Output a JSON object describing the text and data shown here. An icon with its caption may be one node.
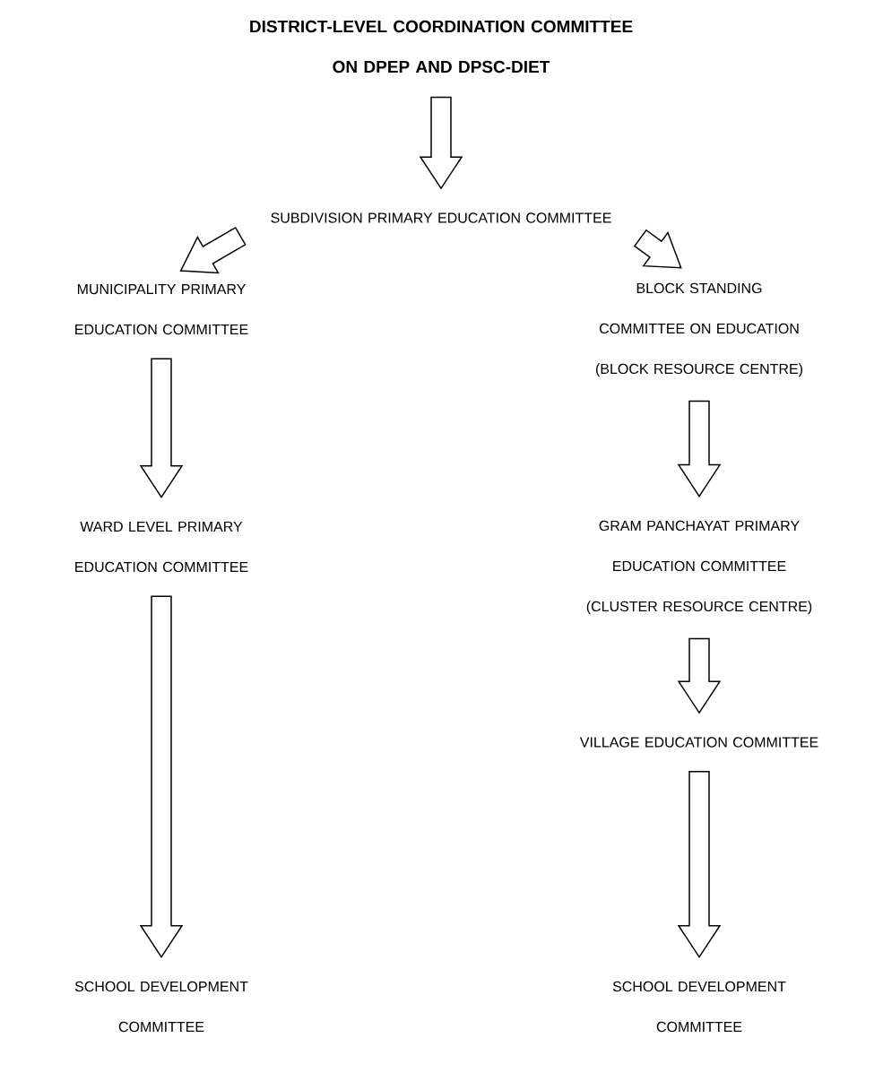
{
  "diagram": {
    "nodes": [
      {
        "text": [
          "DISTRICT-LEVEL COORDINATION COMMITTEE",
          "ON DPEP AND DPSC-DIET"
        ]
      },
      {
        "text": [
          "SUBDIVISION PRIMARY EDUCATION COMMITTEE"
        ]
      },
      {
        "text": [
          "MUNICIPALITY PRIMARY EDUCATION COMMITTEE"
        ]
      },
      {
        "text": [
          "BLOCK STANDING COMMITTEE ON EDUCATION",
          "(BLOCK RESOURCE CENTRE)"
        ]
      },
      {
        "text": [
          "WARD LEVEL PRIMARY EDUCATION COMMITTEE"
        ]
      },
      {
        "text": [
          "GRAM PANCHAYAT PRIMARY EDUCATION COMMITTEE",
          "(CLUSTER RESOURCE CENTRE)"
        ]
      },
      {
        "text": [
          "VILLAGE EDUCATION COMMITTEE"
        ]
      },
      {
        "text": [
          "SCHOOL DEVELOPMENT COMMITTEE"
        ]
      },
      {
        "text": [
          "SCHOOL DEVELOPMENT COMMITTEE"
        ]
      }
    ],
    "edges": [
      {
        "from": 0,
        "to": 1,
        "arrow": "to"
      },
      {
        "from": 1,
        "to": 2,
        "arrow": "to"
      },
      {
        "from": 1,
        "to": 3,
        "arrow": "to"
      },
      {
        "from": 2,
        "to": 4,
        "arrow": "to"
      },
      {
        "from": 3,
        "to": 5,
        "arrow": "to"
      },
      {
        "from": 4,
        "to": 7,
        "arrow": "to"
      },
      {
        "from": 5,
        "to": 6,
        "arrow": "to"
      },
      {
        "from": 6,
        "to": 8,
        "arrow": "to"
      }
    ]
  }
}
